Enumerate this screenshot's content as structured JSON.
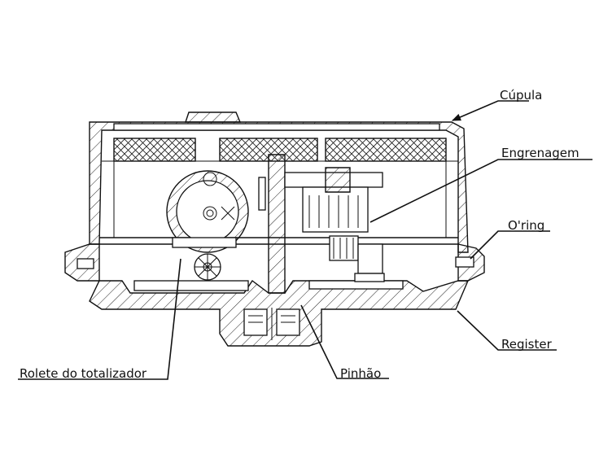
{
  "labels": {
    "cupula": "Cúpula",
    "engrenagem": "Engrenagem",
    "oring": "O'ring",
    "register": "Register",
    "pinhao": "Pinhão",
    "rolete": "Rolete do totalizador"
  }
}
